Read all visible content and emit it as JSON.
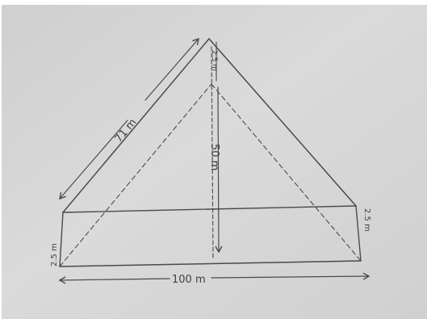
{
  "labels": {
    "slant_length": "71 m",
    "apex_segment": "2.5 m",
    "height": "50 m",
    "left_edge": "2.5 m",
    "right_edge": "2.5 m",
    "base_width": "100 m"
  }
}
